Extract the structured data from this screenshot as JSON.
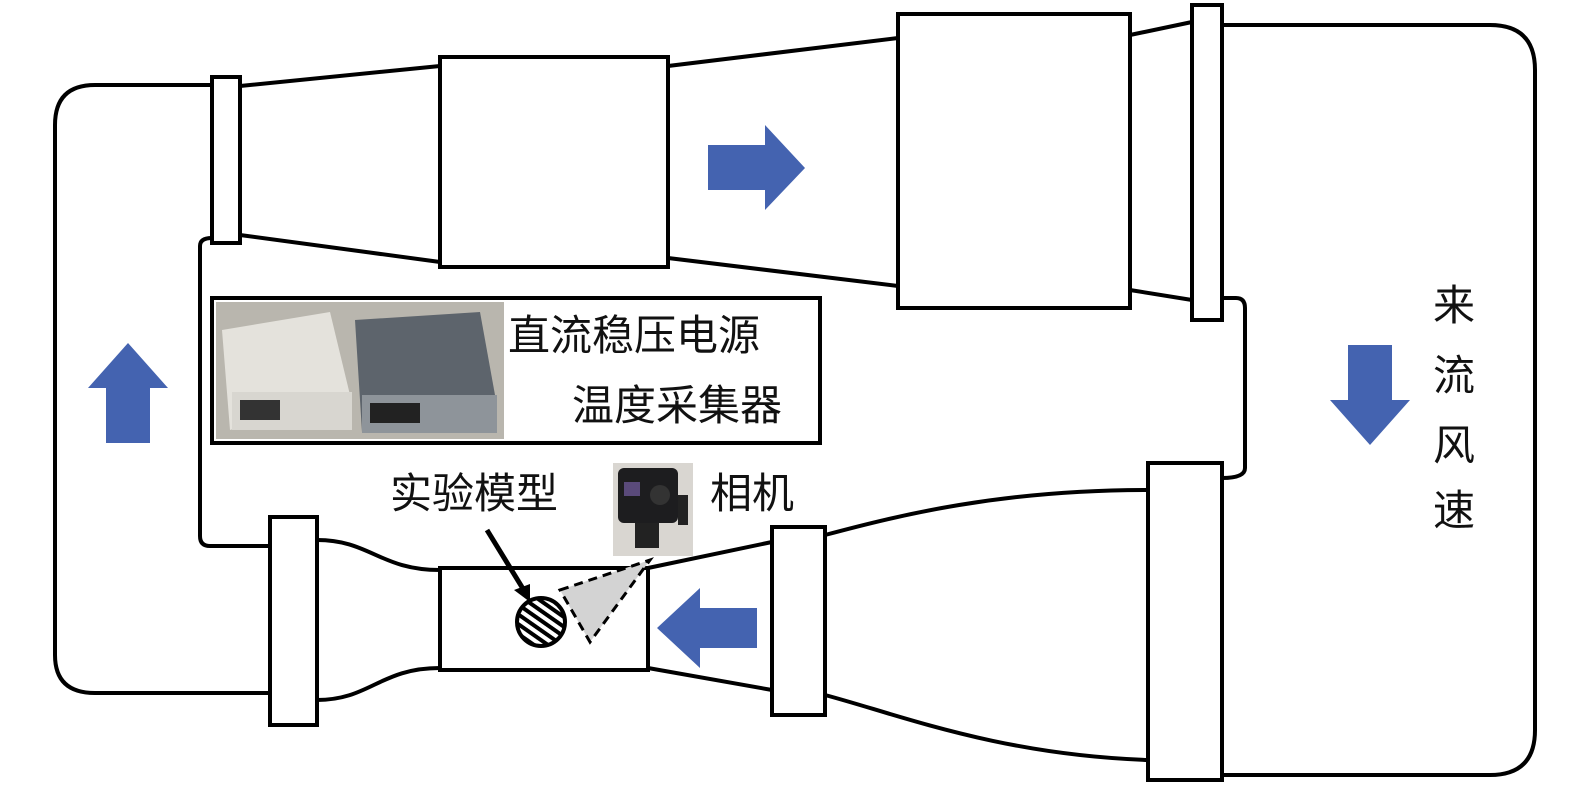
{
  "labels": {
    "power_supply": "直流稳压电源",
    "temp_collector": "温度采集器",
    "model": "实验模型",
    "camera": "相机",
    "incoming_wind": [
      "来",
      "流",
      "风",
      "速"
    ]
  },
  "colors": {
    "arrow": "#4463b0",
    "camera_cone": "#d3d3d3",
    "line": "#000000"
  }
}
